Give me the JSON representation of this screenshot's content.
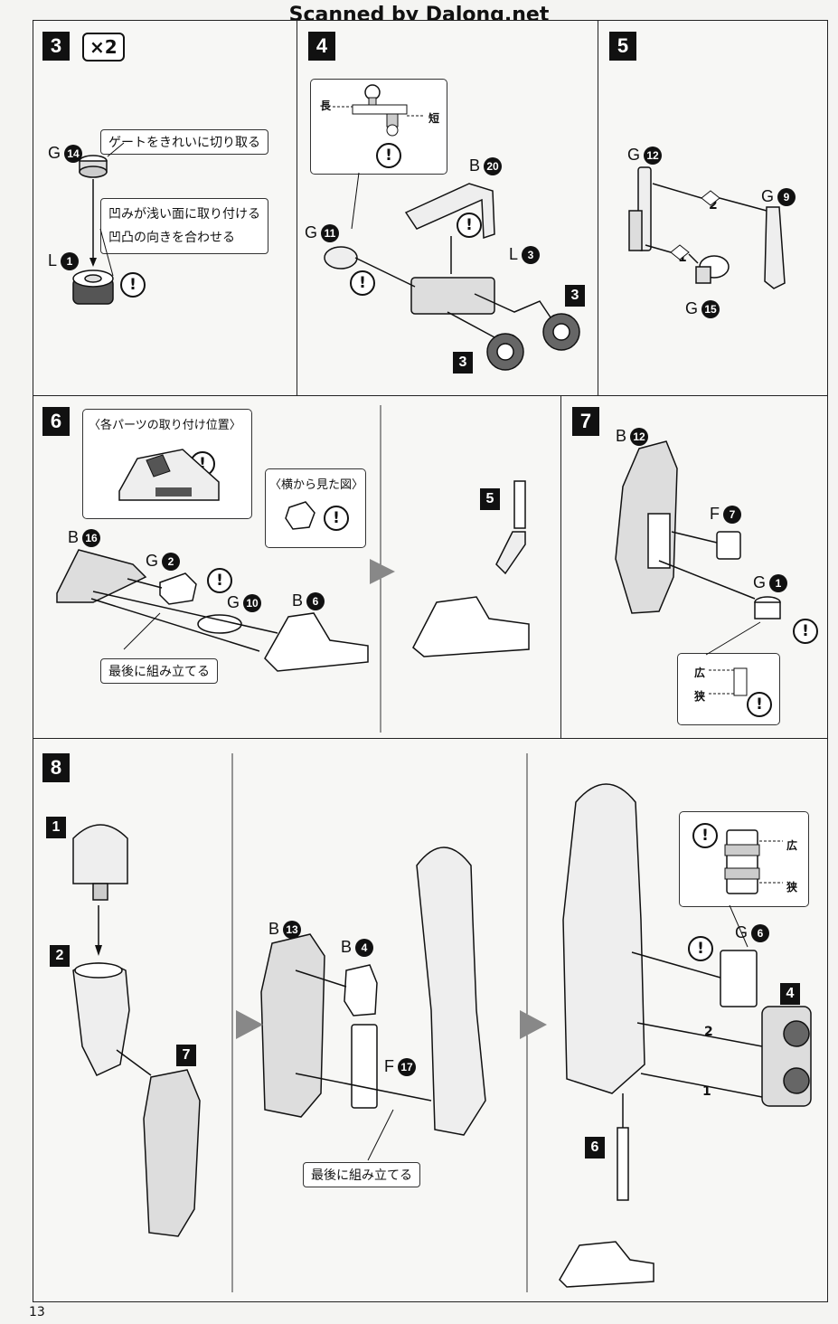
{
  "watermark": "Scanned by Dalong.net",
  "page_number": "13",
  "steps": {
    "s3": {
      "number": "3",
      "multiplier": "×2",
      "note_gate": "ゲートをきれいに切り取る",
      "note_attach_line1": "凹みが浅い面に取り付ける",
      "note_attach_line2": "凹凸の向きを合わせる",
      "parts": [
        {
          "letter": "G",
          "num": "14"
        },
        {
          "letter": "L",
          "num": "1"
        }
      ]
    },
    "s4": {
      "number": "4",
      "long_label": "長",
      "short_label": "短",
      "parts": [
        {
          "letter": "B",
          "num": "20"
        },
        {
          "letter": "G",
          "num": "11"
        },
        {
          "letter": "L",
          "num": "3"
        }
      ],
      "ref_a": "3",
      "ref_b": "3"
    },
    "s5": {
      "number": "5",
      "parts": [
        {
          "letter": "G",
          "num": "12"
        },
        {
          "letter": "G",
          "num": "9"
        },
        {
          "letter": "G",
          "num": "15"
        }
      ],
      "order_1": "1",
      "order_2": "2"
    },
    "s6": {
      "number": "6",
      "caption_positions": "〈各パーツの取り付け位置〉",
      "caption_side": "〈横から見た図〉",
      "note_last": "最後に組み立てる",
      "parts": [
        {
          "letter": "B",
          "num": "16"
        },
        {
          "letter": "G",
          "num": "2"
        },
        {
          "letter": "G",
          "num": "10"
        },
        {
          "letter": "B",
          "num": "6"
        }
      ],
      "ref": "5"
    },
    "s7": {
      "number": "7",
      "parts": [
        {
          "letter": "B",
          "num": "12"
        },
        {
          "letter": "F",
          "num": "7"
        },
        {
          "letter": "G",
          "num": "1"
        }
      ],
      "wide_label": "広",
      "narrow_label": "狭"
    },
    "s8": {
      "number": "8",
      "sub": [
        "1",
        "2",
        "7"
      ],
      "parts": [
        {
          "letter": "B",
          "num": "13"
        },
        {
          "letter": "B",
          "num": "4"
        },
        {
          "letter": "F",
          "num": "17"
        },
        {
          "letter": "G",
          "num": "6"
        }
      ],
      "note_last": "最後に組み立てる",
      "wide_label": "広",
      "narrow_label": "狭",
      "ref_a": "4",
      "ref_b": "6",
      "order_1": "1",
      "order_2": "2"
    }
  },
  "icons": {
    "warning": "!",
    "arrow": "transition-arrow-icon"
  }
}
